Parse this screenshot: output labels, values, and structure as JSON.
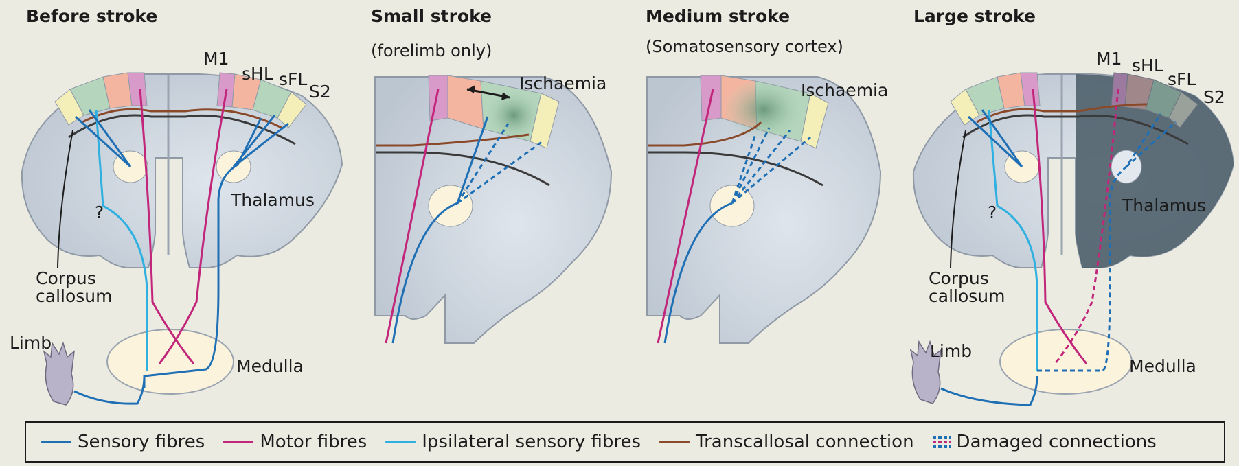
{
  "panels": [
    {
      "title": "Before stroke",
      "subtitle": ""
    },
    {
      "title": "Small stroke",
      "subtitle": "(forelimb only)"
    },
    {
      "title": "Medium stroke",
      "subtitle": "(Somatosensory cortex)"
    },
    {
      "title": "Large stroke",
      "subtitle": ""
    }
  ],
  "labels": {
    "m1": "M1",
    "shl": "sHL",
    "sfl": "sFL",
    "s2": "S2",
    "thalamus": "Thalamus",
    "question": "?",
    "corpus_line1": "Corpus",
    "corpus_line2": "callosum",
    "limb": "Limb",
    "medulla": "Medulla",
    "ischaemia": "Ischaemia"
  },
  "legend": [
    {
      "label": "Sensory fibres",
      "color": "#1f6fb5"
    },
    {
      "label": "Motor fibres",
      "color": "#c2267a"
    },
    {
      "label": "Ipsilateral sensory fibres",
      "color": "#2fb0e0"
    },
    {
      "label": "Transcallosal connection",
      "color": "#8a4a2a"
    },
    {
      "label": "Damaged connections",
      "color": "#c2267a",
      "color2": "#1f6fb5"
    }
  ],
  "colors": {
    "background": "#ecebe2",
    "brain": "#c6cfd9",
    "medulla": "#fbf3dc",
    "motor_cortex": "#d89ac8",
    "shl": "#f3b5a0",
    "sfl": "#b5d6bd",
    "s2": "#f4efb8",
    "infarct": "#4b5d69"
  }
}
